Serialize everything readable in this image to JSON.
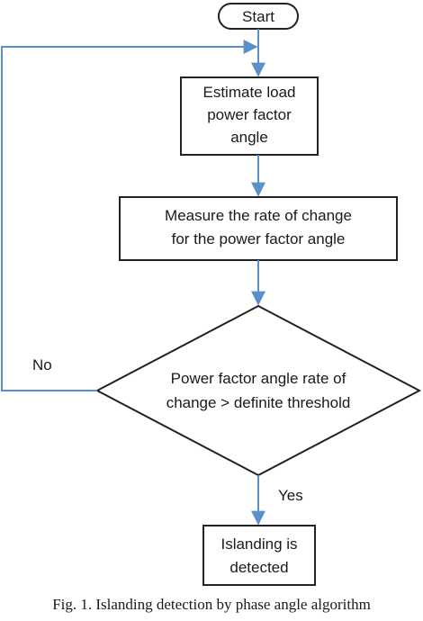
{
  "nodes": {
    "start": {
      "label": "Start"
    },
    "estimate": {
      "lines": [
        "Estimate load",
        "power factor",
        "angle"
      ]
    },
    "measure": {
      "lines": [
        "Measure the rate of change",
        "for the power factor angle"
      ]
    },
    "decision": {
      "lines": [
        "Power factor angle rate of",
        "change > definite threshold"
      ]
    },
    "detected": {
      "lines": [
        "Islanding is",
        "detected"
      ]
    }
  },
  "edges": {
    "no_label": "No",
    "yes_label": "Yes"
  },
  "caption": "Fig. 1.  Islanding detection by phase angle algorithm",
  "colors": {
    "arrow": "#5b8fc9",
    "outline": "#222222"
  }
}
